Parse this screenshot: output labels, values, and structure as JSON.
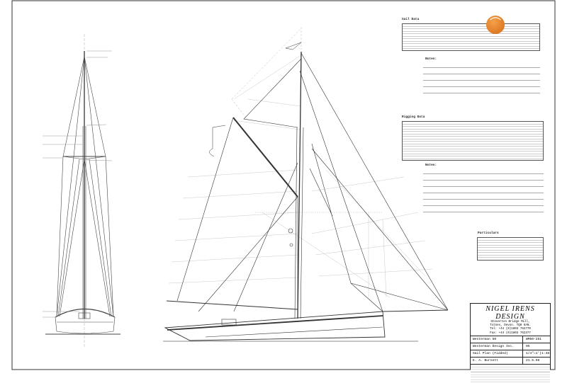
{
  "sail_data": {
    "heading": "Sail Data",
    "notes_heading": "Notes:"
  },
  "rigging_data": {
    "heading": "Rigging Data",
    "notes_heading": "Notes:"
  },
  "particulars": {
    "heading": "Particulars"
  },
  "title_block": {
    "firm": "NIGEL IRENS DESIGN",
    "address": [
      "Steverton Bridge Mill,",
      "Totnes, Devon. TQ9 6AN.",
      "Tel: +44 (0)1803 762770",
      "Fax: +44 (0)1803 762377"
    ],
    "project": "Westerman 50",
    "drawing_no": "WM50-251",
    "client": "Westerman Design Inc.",
    "revision": "05",
    "title": "Sail Plan (Fidded)",
    "scale": "1/4\"=1'(1:48)",
    "drawn_by": "E. A. Burnett",
    "date": "21.5.98"
  },
  "colors": {
    "line": "#333333",
    "light_line": "#b0b0b0",
    "logo": "#e07a20"
  },
  "icons": {
    "logo": "orange-bird-logo"
  }
}
